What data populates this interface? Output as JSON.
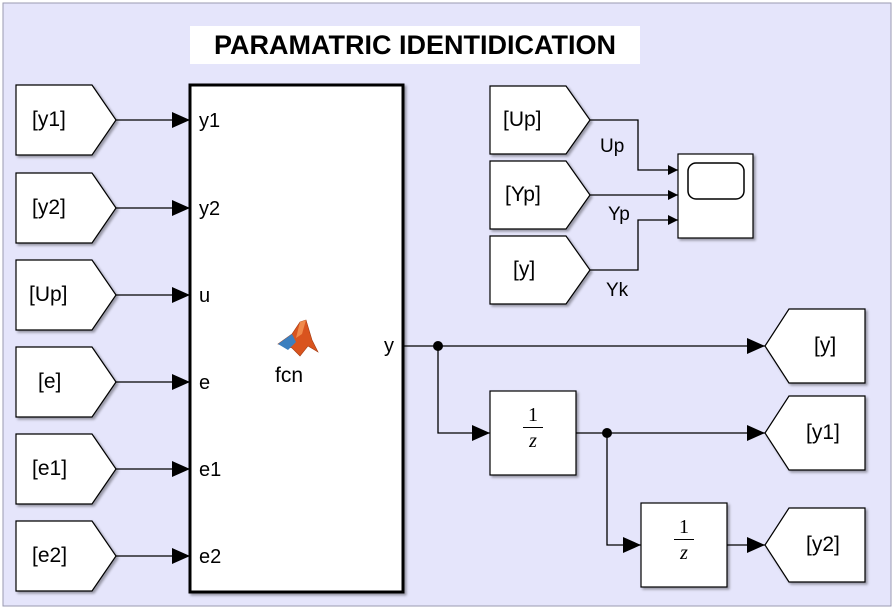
{
  "title": "PARAMATRIC IDENTIDICATION",
  "colors": {
    "background": "#e5e5fb",
    "block_fill": "#ffffff",
    "line": "#000000",
    "matlab_logo": "#d9541e"
  },
  "function_block": {
    "name": "fcn",
    "icon": "matlab-logo-icon",
    "inputs": [
      "y1",
      "y2",
      "u",
      "e",
      "e1",
      "e2"
    ],
    "output": "y"
  },
  "from_tags": [
    "[y1]",
    "[y2]",
    "[Up]",
    "[e]",
    "[e1]",
    "[e2]"
  ],
  "scope_from_tags": [
    "[Up]",
    "[Yp]",
    "[y]"
  ],
  "scope_signals": [
    "Up",
    "Yp",
    "Yk"
  ],
  "goto_tags": [
    "[y]",
    "[y1]",
    "[y2]"
  ],
  "delays": [
    {
      "numerator": "1",
      "denominator": "z"
    },
    {
      "numerator": "1",
      "denominator": "z"
    }
  ],
  "scope": {
    "icon": "scope-icon"
  }
}
